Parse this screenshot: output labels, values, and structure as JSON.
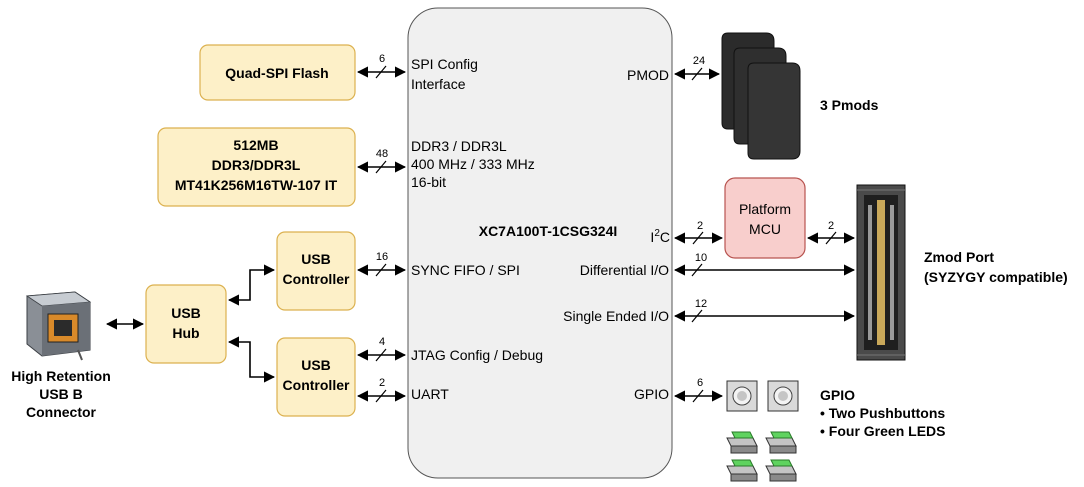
{
  "fpga": {
    "name": "XC7A100T-1CSG324I",
    "left_ports": {
      "spi_config": [
        "SPI Config",
        "Interface"
      ],
      "ddr": [
        "DDR3 / DDR3L",
        "400 MHz / 333 MHz",
        "16-bit"
      ],
      "sync_fifo": "SYNC FIFO / SPI",
      "jtag": "JTAG Config / Debug",
      "uart": "UART"
    },
    "right_ports": {
      "pmod": "PMOD",
      "i2c_prefix": "I",
      "i2c_sup": "2",
      "i2c_suffix": "C",
      "differential": "Differential I/O",
      "single_ended": "Single Ended I/O",
      "gpio": "GPIO"
    }
  },
  "blocks": {
    "qspi": "Quad-SPI Flash",
    "ddr_mem": [
      "512MB",
      "DDR3/DDR3L",
      "MT41K256M16TW-107 IT"
    ],
    "usb_ctrl_top": [
      "USB",
      "Controller"
    ],
    "usb_ctrl_bottom": [
      "USB",
      "Controller"
    ],
    "usb_hub": [
      "USB",
      "Hub"
    ],
    "mcu": [
      "Platform",
      "MCU"
    ]
  },
  "labels": {
    "usb_connector": [
      "High Retention",
      "USB B",
      "Connector"
    ],
    "pmods": "3 Pmods",
    "zmod": [
      "Zmod Port",
      "(SYZYGY compatible)"
    ],
    "gpio_title": "GPIO",
    "gpio_items": [
      "• Two Pushbuttons",
      "• Four Green LEDS"
    ]
  },
  "bus_widths": {
    "qspi": "6",
    "ddr": "48",
    "usb_sync": "16",
    "jtag": "4",
    "uart": "2",
    "pmod": "24",
    "i2c": "2",
    "mcu_zmod": "2",
    "differential": "10",
    "single_ended": "12",
    "gpio": "6"
  },
  "colors": {
    "block_fill": "#fdf0c8",
    "block_stroke": "#dcb14f",
    "fpga_fill": "#f0f0f0",
    "fpga_stroke": "#555555",
    "mcu_fill": "#f8cecc",
    "mcu_stroke": "#b85450",
    "led_green": "#5fd35f"
  }
}
